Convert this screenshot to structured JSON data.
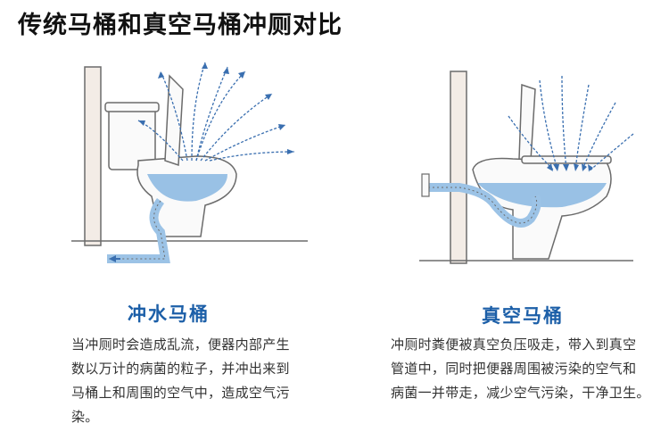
{
  "page": {
    "title": "传统马桶和真空马桶冲厕对比"
  },
  "flush_toilet": {
    "caption": "冲水马桶",
    "description_lines": [
      "当冲厕时会造成乱流，便器内部产生",
      "数以万计的病菌的粒子，并冲出来到",
      "马桶上和周围的空气中，造成空气污",
      "染。"
    ]
  },
  "vacuum_toilet": {
    "caption": "真空马桶",
    "description_lines": [
      "冲厕时粪便被真空负压吸走，带入到真空",
      "管道中，同时把便器周围被污染的空气和",
      "病菌一并带走，减少空气污染，干净卫生。"
    ]
  },
  "colors": {
    "caption_blue": "#1c5fa8",
    "water_blue": "#6fa8dc",
    "arrow_blue": "#3a6fb0",
    "wall": "#f3ece6",
    "outline": "#6b6b6b"
  }
}
